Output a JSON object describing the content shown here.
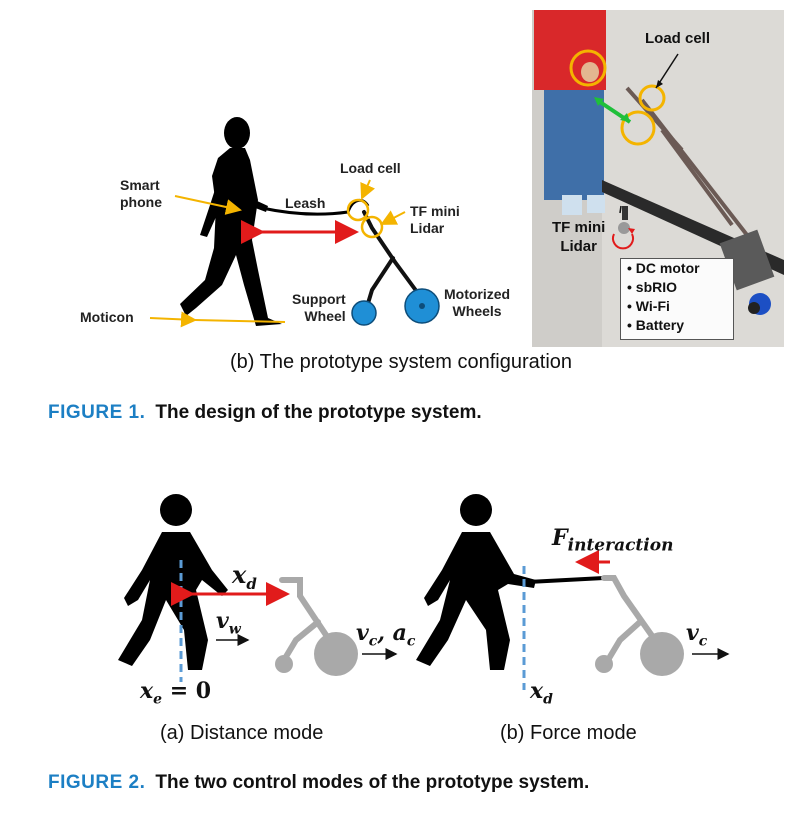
{
  "figure1": {
    "labels": {
      "smartphone": "Smart\nphone",
      "leash": "Leash",
      "loadcell": "Load cell",
      "tfmini": "TF mini\nLidar",
      "moticon": "Moticon",
      "support_wheel": "Support\nWheel",
      "motorized_wheels": "Motorized\nWheels"
    },
    "photo": {
      "loadcell": "Load cell",
      "tfmini": "TF mini\nLidar",
      "components": [
        "DC motor",
        "sbRIO",
        "Wi-Fi",
        "Battery"
      ]
    },
    "subcaption": "(b) The prototype system configuration",
    "number": "FIGURE 1.",
    "caption": "The design of the prototype system."
  },
  "figure2": {
    "math": {
      "xd": "x",
      "xd_sub": "d",
      "vw": "v",
      "vw_sub": "w",
      "vc_ac": "v",
      "vc_sub": "c",
      "ac": "a",
      "ac_sub": "c",
      "xe": "x",
      "xe_sub": "e",
      "xe_rest": "= 0",
      "force": "F",
      "force_sub": "interaction",
      "vc2": "v",
      "vc2_sub": "c",
      "xd2": "x",
      "xd2_sub": "d"
    },
    "subcaption_a": "(a) Distance mode",
    "subcaption_b": "(b) Force mode",
    "number": "FIGURE 2.",
    "caption": "The two control modes of the prototype system."
  },
  "colors": {
    "accent_blue": "#1c7fc4",
    "arrow_red": "#e11b1b",
    "cart_gray": "#a9a9a9",
    "wheel_blue": "#1f8fd6",
    "dashed_blue": "#5b9bd5",
    "highlight_yellow": "#f4b400"
  }
}
